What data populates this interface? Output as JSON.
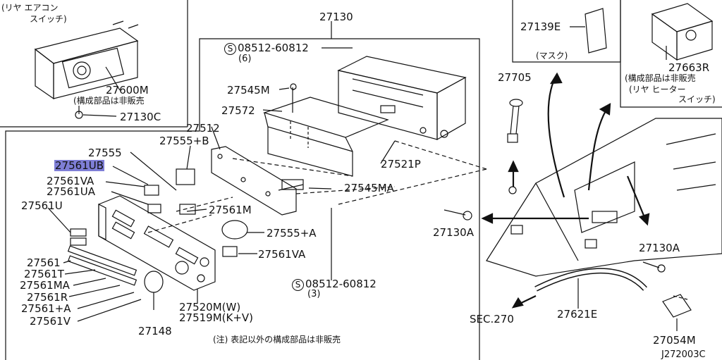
{
  "diagram": {
    "figure_id": "J272003C",
    "highlighted_part": "27561UB",
    "parts": {
      "p27130": "27130",
      "p08512_top": "08512-60812",
      "p08512_top_qty": "(6)",
      "p27545M": "27545M",
      "p27572": "27572",
      "p27512": "27512",
      "p27555B": "27555+B",
      "p27555": "27555",
      "p27561UB": "27561UB",
      "p27561VA": "27561VA",
      "p27561UA": "27561UA",
      "p27561U": "27561U",
      "p27561M": "27561M",
      "p27545MA": "27545MA",
      "p27521P": "27521P",
      "p27555A": "27555+A",
      "p27561VA2": "27561VA",
      "p27561": "27561",
      "p27561T": "27561T",
      "p27561MA": "27561MA",
      "p27561R": "27561R",
      "p27561A": "27561+A",
      "p27561V": "27561V",
      "p08512_bot": "08512-60812",
      "p08512_bot_qty": "(3)",
      "p27520M": "27520M(W)",
      "p27519M": "27519M(K+V)",
      "p27148": "27148",
      "p27600M": "27600M",
      "p27130C": "27130C",
      "p27139E": "27139E",
      "p27663R": "27663R",
      "p27705": "27705",
      "p27130A_1": "27130A",
      "p27130A_2": "27130A",
      "p27621E": "27621E",
      "p27054M": "27054M",
      "sec270": "SEC.270"
    },
    "notes": {
      "rear_ac_switch_1": "(リヤ エアコン",
      "rear_ac_switch_2": "スイッチ)",
      "not_sold_27600M": "(構成部品は非販売",
      "mask": "(マスク)",
      "not_sold_27663R": "(構成部品は非販売",
      "rear_heater_switch_1": "(リヤ ヒーター",
      "rear_heater_switch_2": "スイッチ)",
      "footnote": "(注) 表記以外の構成部品は非販売"
    }
  }
}
